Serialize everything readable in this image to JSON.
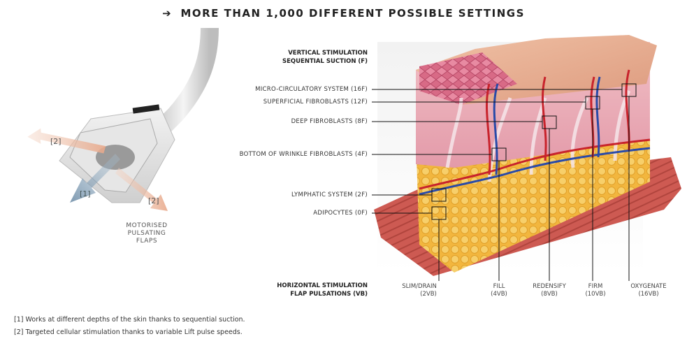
{
  "title": {
    "arrow": "➔",
    "text": "MORE THAN 1,000 DIFFERENT POSSIBLE SETTINGS"
  },
  "device": {
    "marker_1": "[1]",
    "marker_2a": "[2]",
    "marker_2b": "[2]",
    "caption_lines": [
      "MOTORISED",
      "PULSATING",
      "FLAPS"
    ]
  },
  "vertical": {
    "header_lines": [
      "VERTICAL STIMULATION",
      "SEQUENTIAL SUCTION (F)"
    ],
    "labels": [
      "MICRO-CIRCULATORY SYSTEM (16F)",
      "SUPERFICIAL FIBROBLASTS (12F)",
      "DEEP FIBROBLASTS (8F)",
      "BOTTOM OF WRINKLE FIBROBLASTS (4F)",
      "LYMPHATIC SYSTEM (2F)",
      "ADIPOCYTES (0F)"
    ]
  },
  "horizontal": {
    "header_lines": [
      "HORIZONTAL STIMULATION",
      "FLAP PULSATIONS (VB)"
    ],
    "labels": [
      {
        "name": "SLIM/DRAIN",
        "value": "(2VB)"
      },
      {
        "name": "FILL",
        "value": "(4VB)"
      },
      {
        "name": "REDENSIFY",
        "value": "(8VB)"
      },
      {
        "name": "FIRM",
        "value": "(10VB)"
      },
      {
        "name": "OXYGENATE",
        "value": "(16VB)"
      }
    ]
  },
  "footnotes": [
    "[1] Works at different depths of the skin thanks to sequential suction.",
    "[2] Targeted cellular stimulation thanks to variable Lift pulse speeds."
  ],
  "colors": {
    "skin_top": "#e8a88c",
    "dermis": "#e9a9b6",
    "fat": "#f2c04a",
    "muscle": "#c8483f",
    "vessel_red": "#c8232c",
    "vessel_blue": "#2a4aa8"
  }
}
